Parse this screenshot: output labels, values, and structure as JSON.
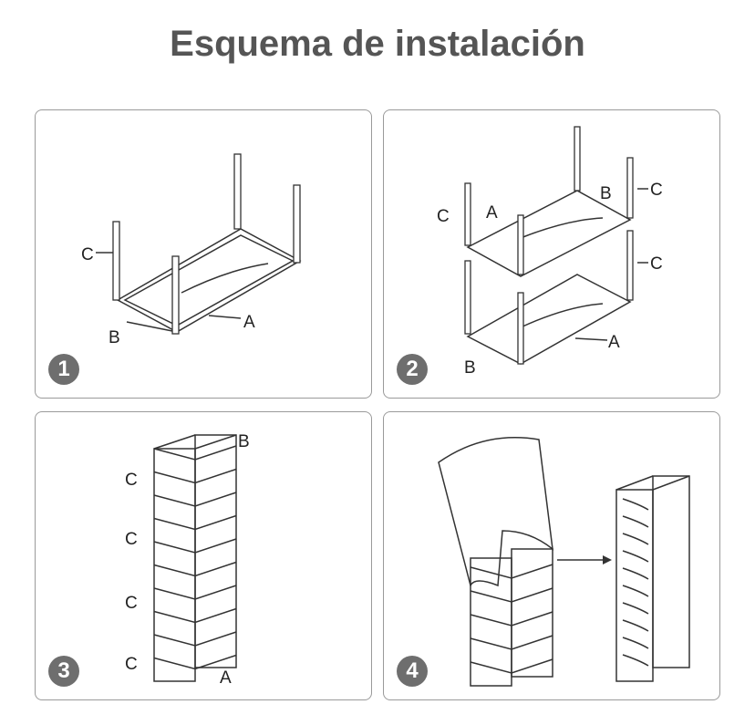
{
  "title": "Esquema de instalación",
  "steps": [
    {
      "number": "1",
      "labels": {
        "c": "C",
        "b": "B",
        "a": "A"
      }
    },
    {
      "number": "2",
      "labels": {
        "b": "B",
        "c1": "C",
        "a1": "A",
        "c2": "C",
        "c3": "C",
        "a2": "A",
        "b2": "B"
      }
    },
    {
      "number": "3",
      "labels": {
        "b": "B",
        "c1": "C",
        "c2": "C",
        "c3": "C",
        "c4": "C",
        "a": "A"
      }
    },
    {
      "number": "4"
    }
  ]
}
